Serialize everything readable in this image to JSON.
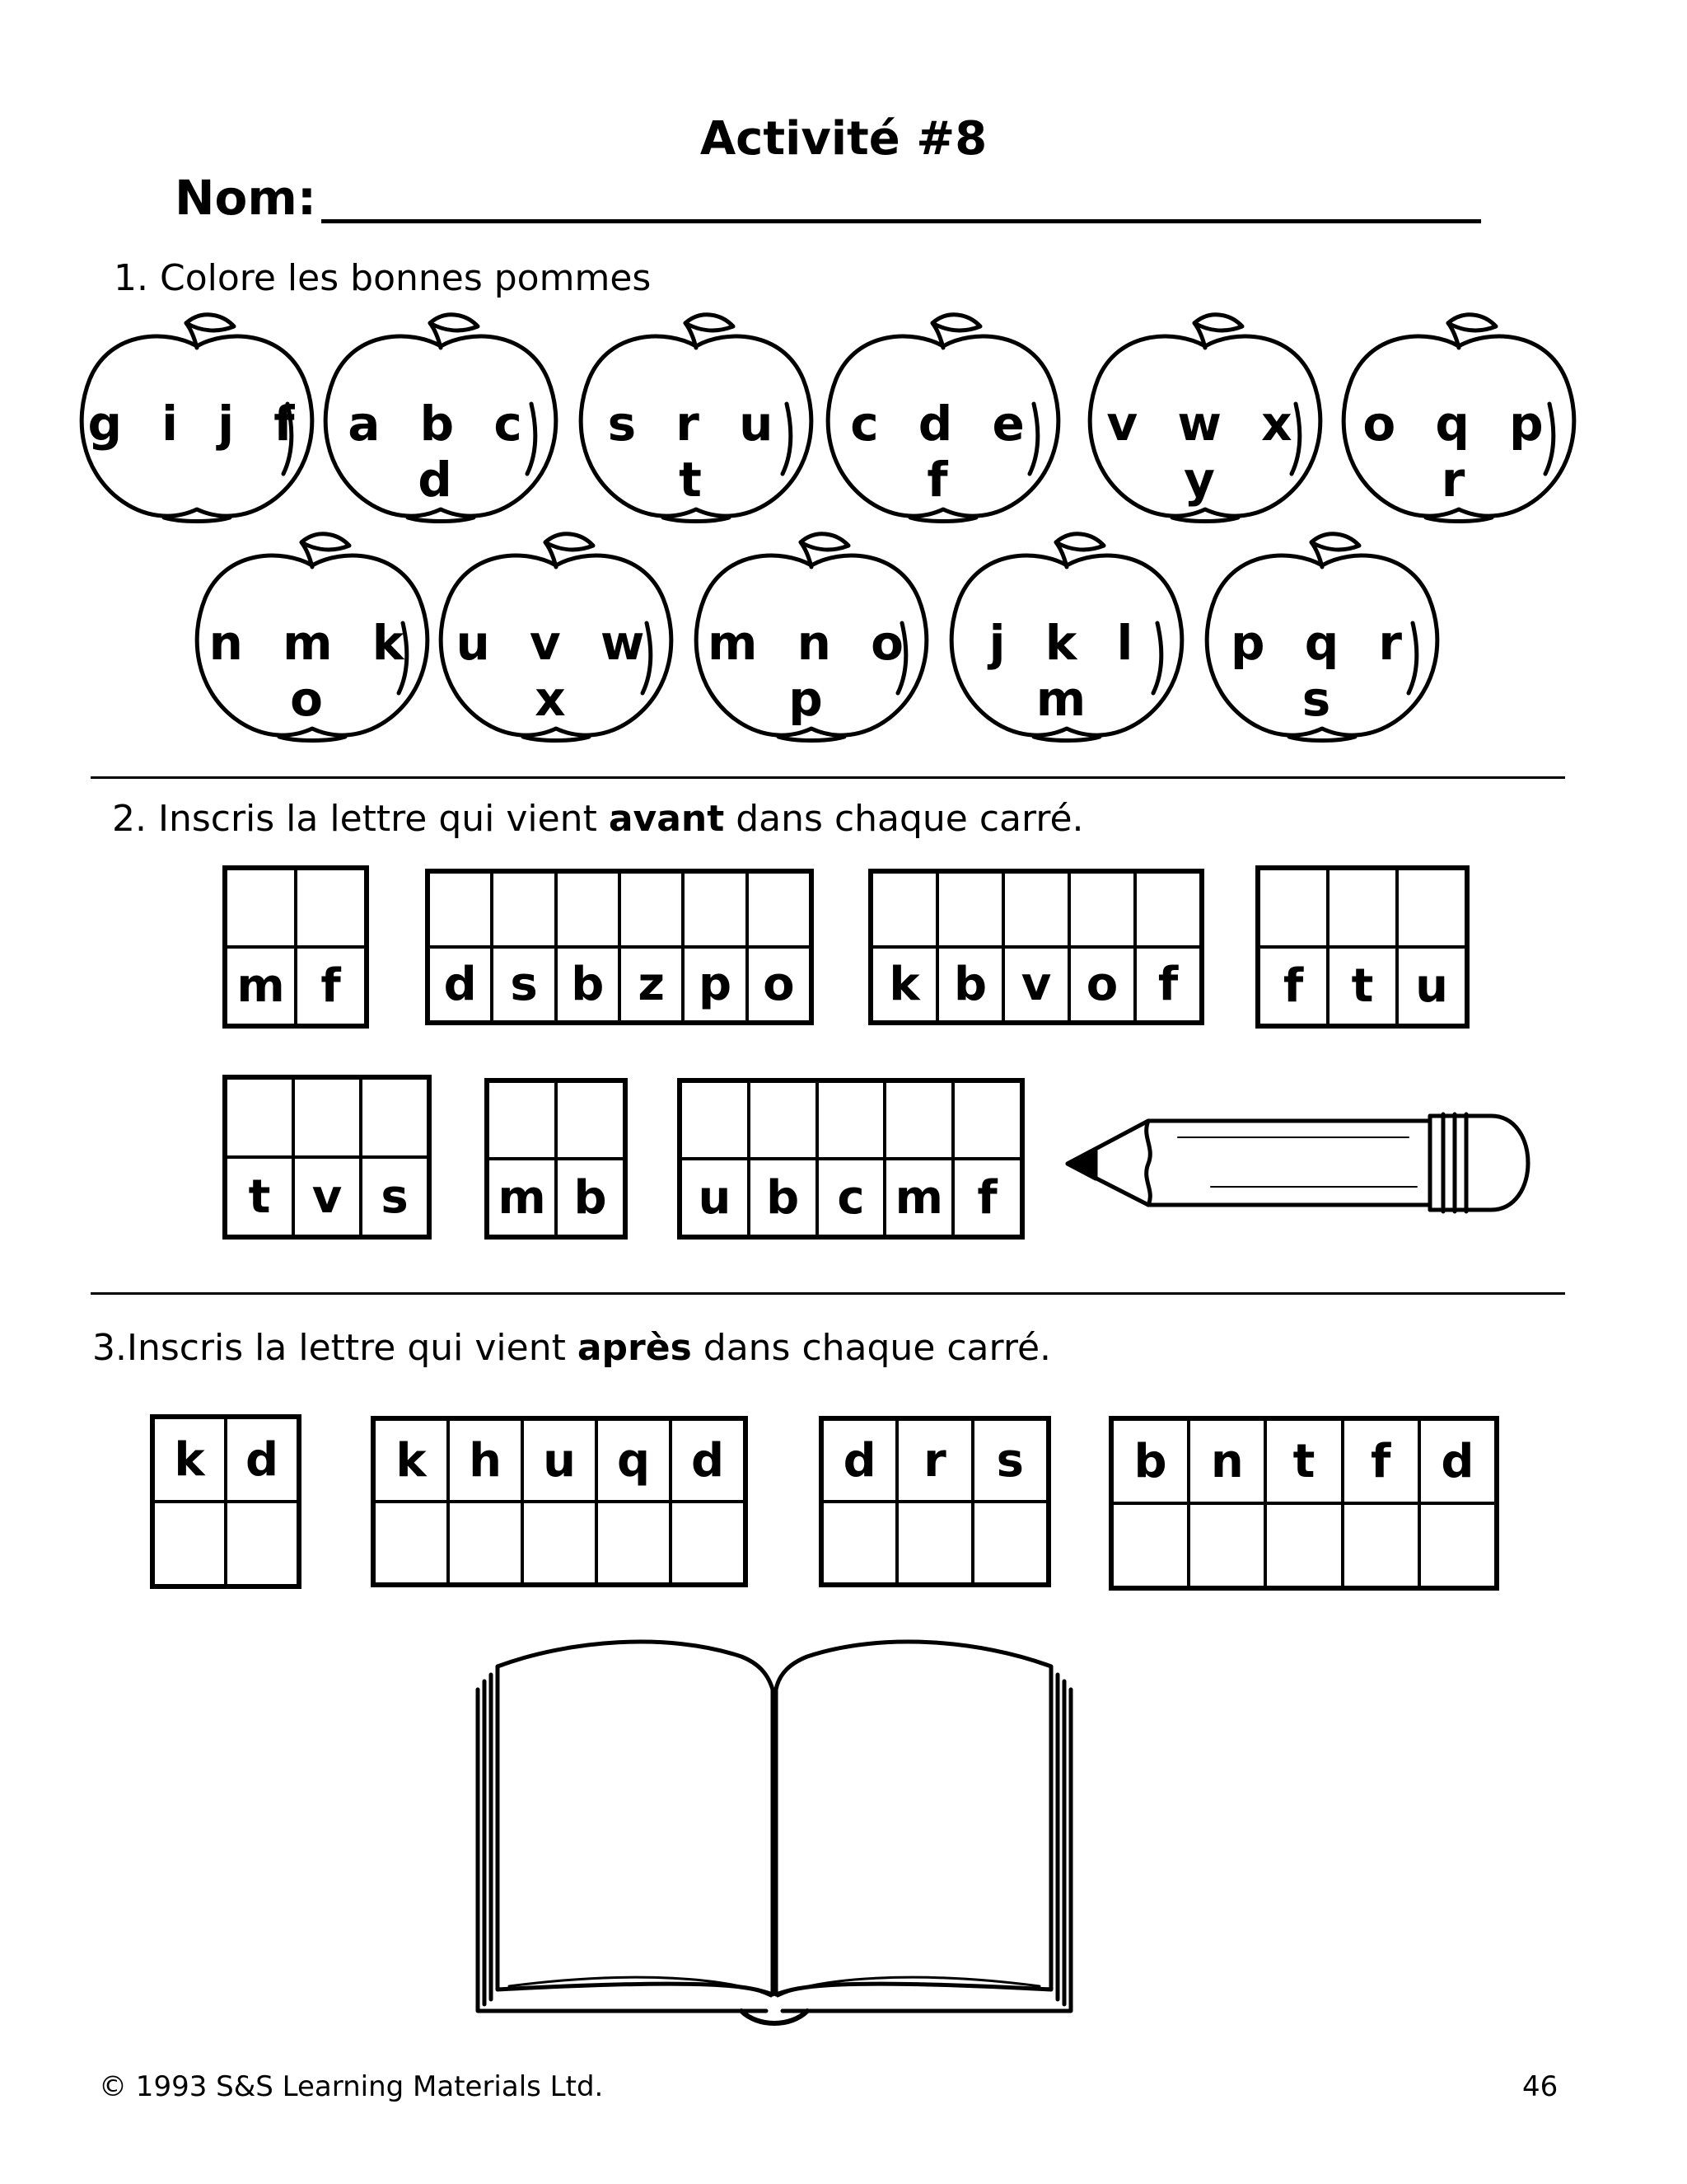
{
  "header": {
    "title": "Activité #8",
    "name_label": "Nom:"
  },
  "section1": {
    "instruction": "1.  Colore les bonnes pommes",
    "apples": [
      "g i j f",
      "a b c d",
      "s r u t",
      "c d e f",
      "v w x y",
      "o q p r",
      "n m k o",
      "u v w x",
      "m n o p",
      "j k l m",
      "p q r s"
    ]
  },
  "section2": {
    "instruction_pre": "2.  Inscris la lettre qui vient",
    "instruction_bold": "avant",
    "instruction_post": "dans chaque carré.",
    "groups": [
      [
        "m",
        "f"
      ],
      [
        "d",
        "s",
        "b",
        "z",
        "p",
        "o"
      ],
      [
        "k",
        "b",
        "v",
        "o",
        "f"
      ],
      [
        "f",
        "t",
        "u"
      ],
      [
        "t",
        "v",
        "s"
      ],
      [
        "m",
        "b"
      ],
      [
        "u",
        "b",
        "c",
        "m",
        "f"
      ]
    ]
  },
  "section3": {
    "instruction_pre": "3.Inscris la lettre qui vient",
    "instruction_bold": "après",
    "instruction_post": "dans chaque carré.",
    "groups": [
      [
        "k",
        "d"
      ],
      [
        "k",
        "h",
        "u",
        "q",
        "d"
      ],
      [
        "d",
        "r",
        "s"
      ],
      [
        "b",
        "n",
        "t",
        "f",
        "d"
      ]
    ]
  },
  "footer": {
    "copyright": "© 1993 S&S Learning Materials Ltd.",
    "page_number": "46"
  }
}
